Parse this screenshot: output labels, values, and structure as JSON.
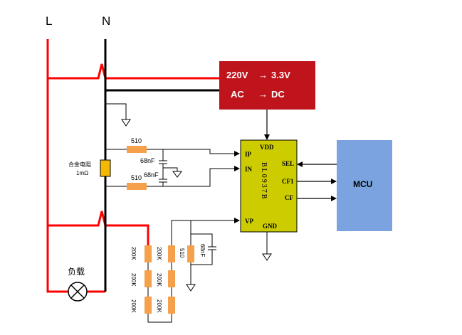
{
  "labels": {
    "live": "L",
    "neutral": "N",
    "alloy_resistor": "合金电阻",
    "alloy_value": "1mΩ",
    "load": "负载",
    "r_ip": "510",
    "c_ip": "68nF",
    "r_in": "510",
    "c_in": "68nF",
    "divider_col1": [
      "200K",
      "200K",
      "200K"
    ],
    "divider_col2": [
      "200K",
      "200K",
      "200K"
    ],
    "r_vp": "510",
    "c_vp": "68nF"
  },
  "converter": {
    "line1_left": "220V",
    "line1_arrow": "→",
    "line1_right": "3.3V",
    "line2_left": "AC",
    "line2_arrow": "→",
    "line2_right": "DC",
    "fill": "#c0141c"
  },
  "chip": {
    "name": "BL0937B",
    "pins": {
      "vdd": "VDD",
      "ip": "IP",
      "in": "IN",
      "vp": "VP",
      "gnd": "GND",
      "sel": "SEL",
      "cf1": "CF1",
      "cf": "CF"
    },
    "fill": "#cccc00"
  },
  "mcu": {
    "label": "MCU",
    "fill": "#7ba3df"
  },
  "colors": {
    "live_wire": "#ff0000",
    "resistor": "#f5a04a"
  }
}
